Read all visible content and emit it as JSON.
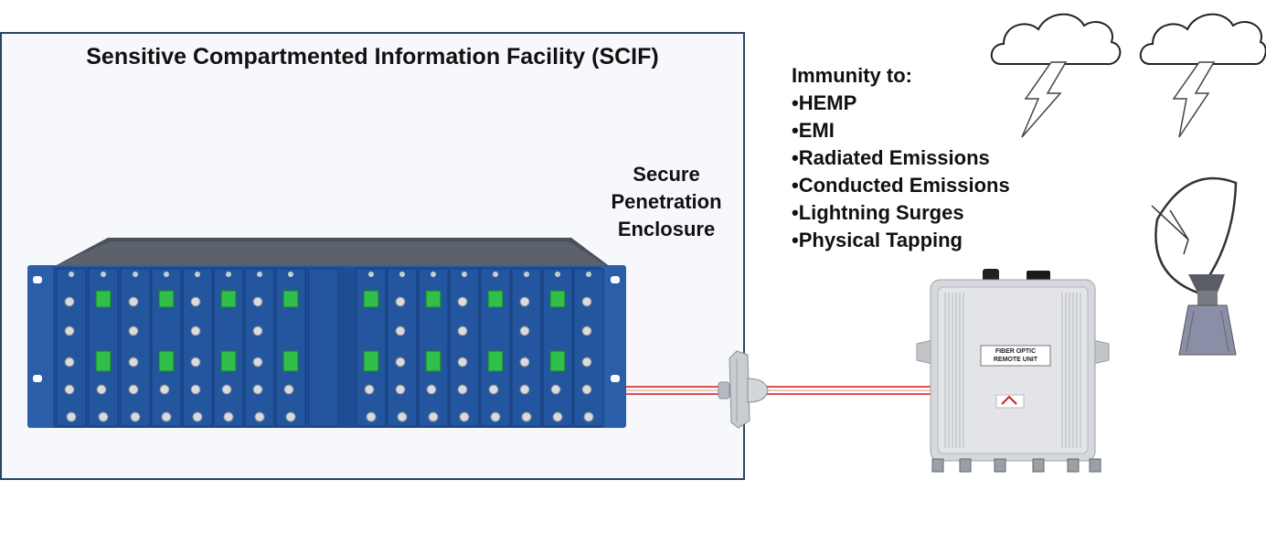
{
  "scif": {
    "title": "Sensitive Compartmented Information Facility (SCIF)"
  },
  "enclosure": {
    "lines": [
      "Secure",
      "Penetration",
      "Enclosure"
    ]
  },
  "immunity": {
    "heading": "Immunity to:",
    "items": [
      "•HEMP",
      "•EMI",
      "•Radiated Emissions",
      "•Conducted Emissions",
      "•Lightning Surges",
      "•Physical Tapping"
    ]
  },
  "remote_unit": {
    "label_lines": [
      "FIBER OPTIC",
      "REMOTE UNIT"
    ]
  },
  "colors": {
    "rack_blue": "#2a5ea8",
    "fiber_red": "#d9534f",
    "border": "#2d4563"
  }
}
